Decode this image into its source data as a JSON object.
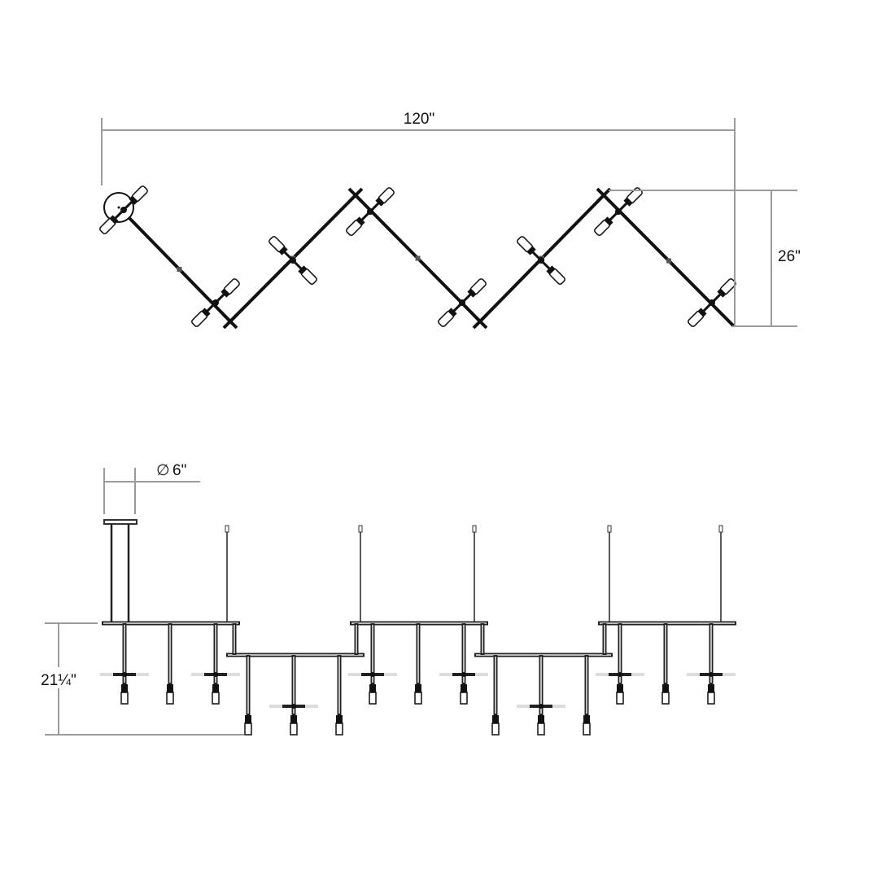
{
  "drawing": {
    "title": "Chandelier dimension drawing",
    "top_view": {
      "width_label": "120\"",
      "depth_label": "26\""
    },
    "side_view": {
      "height_label": "21¼\"",
      "canopy_label": "6\"",
      "diameter_symbol": "∅"
    },
    "colors": {
      "line": "#111111",
      "dimension": "#9a9a9a"
    }
  }
}
